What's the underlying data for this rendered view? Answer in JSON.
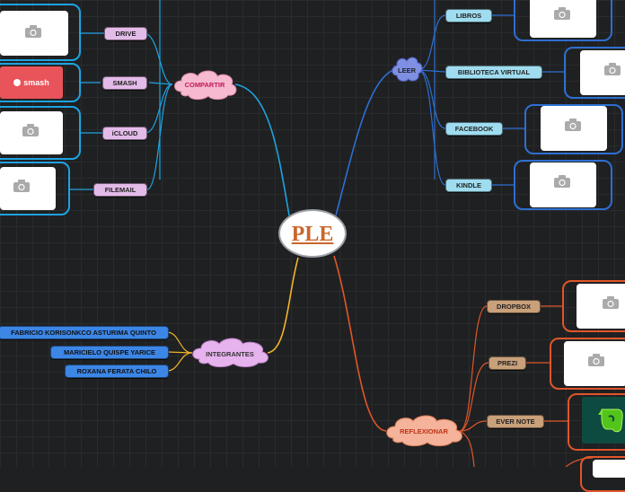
{
  "center": {
    "title": "PLE"
  },
  "branches": {
    "compartir": {
      "label": "COMPARTIR",
      "items": [
        "DRIVE",
        "SMASH",
        "iCLOUD",
        "FILEMAIL"
      ],
      "smash_logo_text": "smash"
    },
    "leer": {
      "label": "LEER",
      "items": [
        "LIBROS",
        "BIBLIOTECA VIRTUAL",
        "FACEBOOK",
        "KINDLE"
      ]
    },
    "integrantes": {
      "label": "INTEGRANTES",
      "items": [
        "FABRICIO KORISONKCO ASTURIMA QUINTO",
        "MARICIELO QUISPE YARICE",
        "ROXANA FERATA CHILO"
      ]
    },
    "reflexionar": {
      "label": "REFLEXIONAR",
      "items": [
        "DROPBOX",
        "PREZI",
        "EVER NOTE"
      ]
    }
  },
  "colors": {
    "background": "#1f2022",
    "compartir": "#1da3e0",
    "leer": "#2d6fd1",
    "integrantes": "#f0b429",
    "reflexionar": "#e0562a"
  },
  "icons": [
    "camera-icon",
    "smash-logo-icon",
    "evernote-logo-icon"
  ]
}
